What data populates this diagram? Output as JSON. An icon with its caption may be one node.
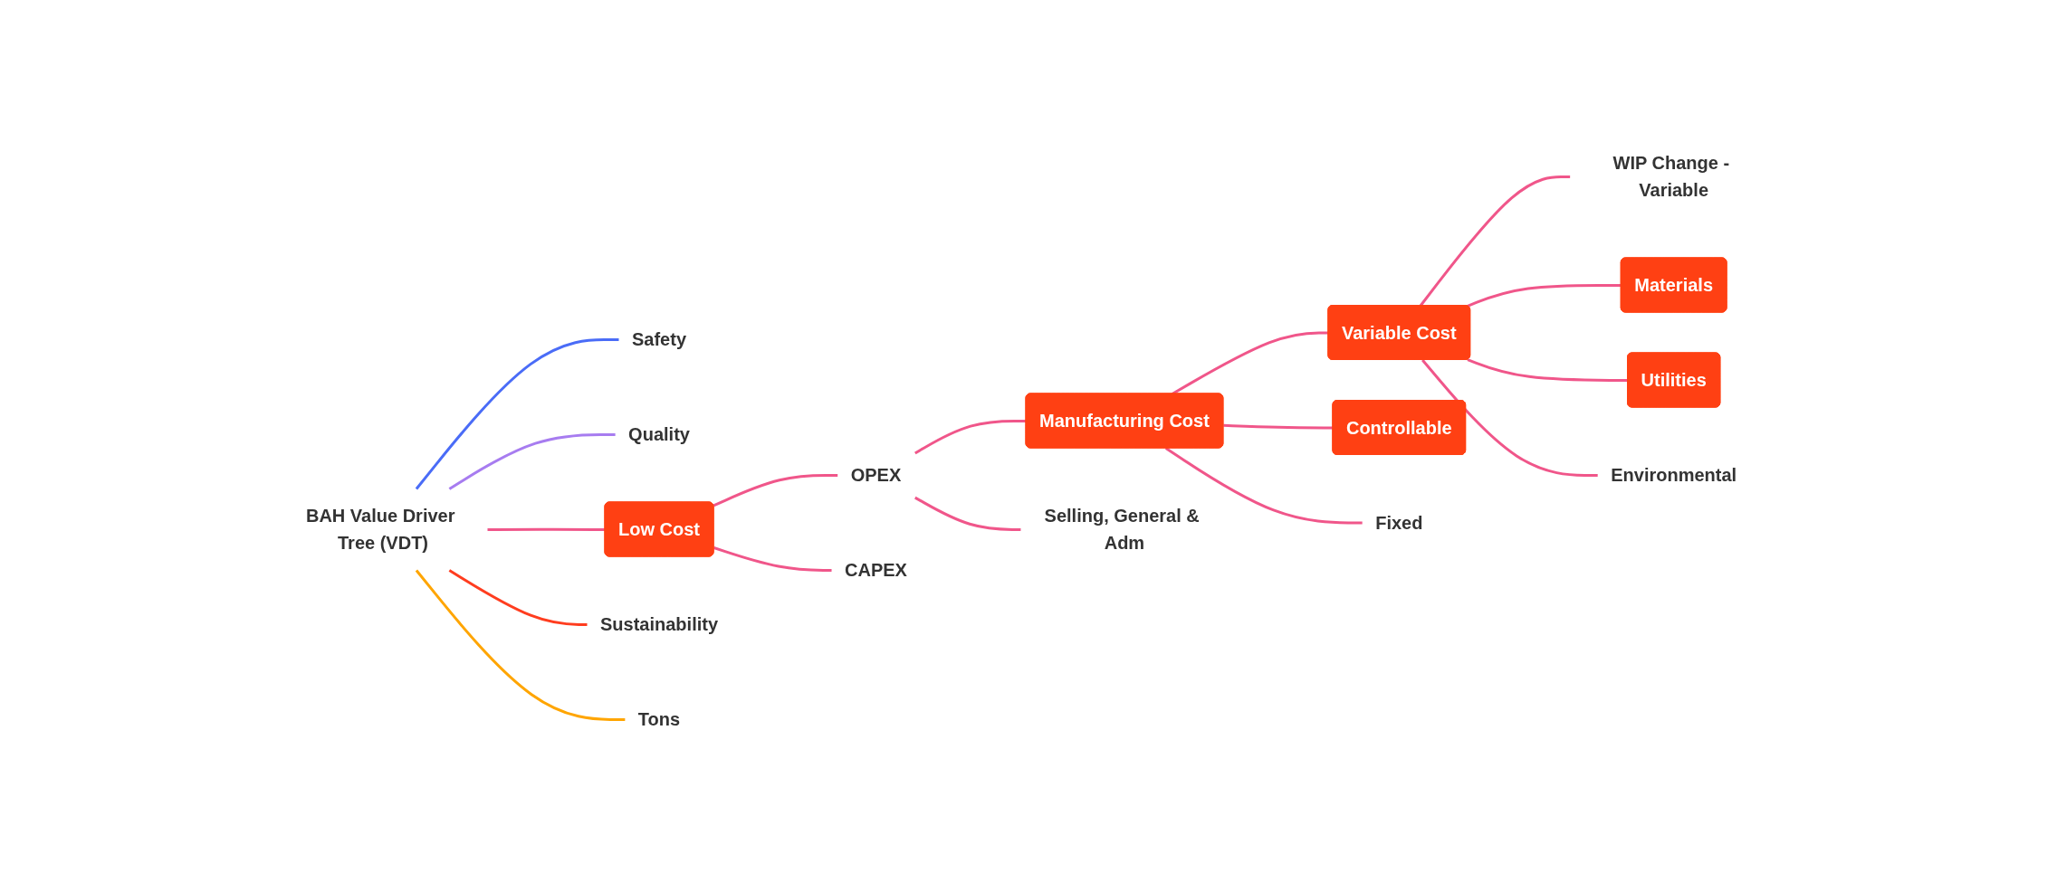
{
  "diagram": {
    "nodes": [
      {
        "text": [
          "BAH Value Driver Tree (VDT)"
        ]
      },
      {
        "text": [
          "Safety"
        ]
      },
      {
        "text": [
          "Quality"
        ]
      },
      {
        "text": [
          "Low Cost"
        ]
      },
      {
        "text": [
          "OPEX"
        ]
      },
      {
        "text": [
          "Manufacturing Cost"
        ]
      },
      {
        "text": [
          "Variable Cost"
        ]
      },
      {
        "text": [
          "WIP Change - Variable"
        ]
      },
      {
        "text": [
          "Materials"
        ]
      },
      {
        "text": [
          "Utilities"
        ]
      },
      {
        "text": [
          "Environmental"
        ]
      },
      {
        "text": [
          "Controllable"
        ]
      },
      {
        "text": [
          "Fixed"
        ]
      },
      {
        "text": [
          "Selling, General & Adm"
        ]
      },
      {
        "text": [
          "CAPEX"
        ]
      },
      {
        "text": [
          "Sustainability"
        ]
      },
      {
        "text": [
          "Tons"
        ]
      }
    ],
    "edges": [
      {
        "from": 0,
        "to": 1,
        "arrow": "none",
        "color": "#4a6cf7"
      },
      {
        "from": 0,
        "to": 2,
        "arrow": "none",
        "color": "#a77cf0"
      },
      {
        "from": 0,
        "to": 3,
        "arrow": "none"
      },
      {
        "from": 3,
        "to": 4,
        "arrow": "none"
      },
      {
        "from": 4,
        "to": 5,
        "arrow": "none"
      },
      {
        "from": 5,
        "to": 6,
        "arrow": "none"
      },
      {
        "from": 6,
        "to": 7,
        "arrow": "none"
      },
      {
        "from": 6,
        "to": 8,
        "arrow": "none"
      },
      {
        "from": 6,
        "to": 9,
        "arrow": "none"
      },
      {
        "from": 6,
        "to": 10,
        "arrow": "none"
      },
      {
        "from": 5,
        "to": 11,
        "arrow": "none"
      },
      {
        "from": 5,
        "to": 12,
        "arrow": "none"
      },
      {
        "from": 4,
        "to": 13,
        "arrow": "none"
      },
      {
        "from": 3,
        "to": 14,
        "arrow": "none"
      },
      {
        "from": 0,
        "to": 15,
        "arrow": "none",
        "color": "#ff3d1f"
      },
      {
        "from": 0,
        "to": 16,
        "arrow": "none",
        "color": "#ffa500"
      }
    ]
  }
}
